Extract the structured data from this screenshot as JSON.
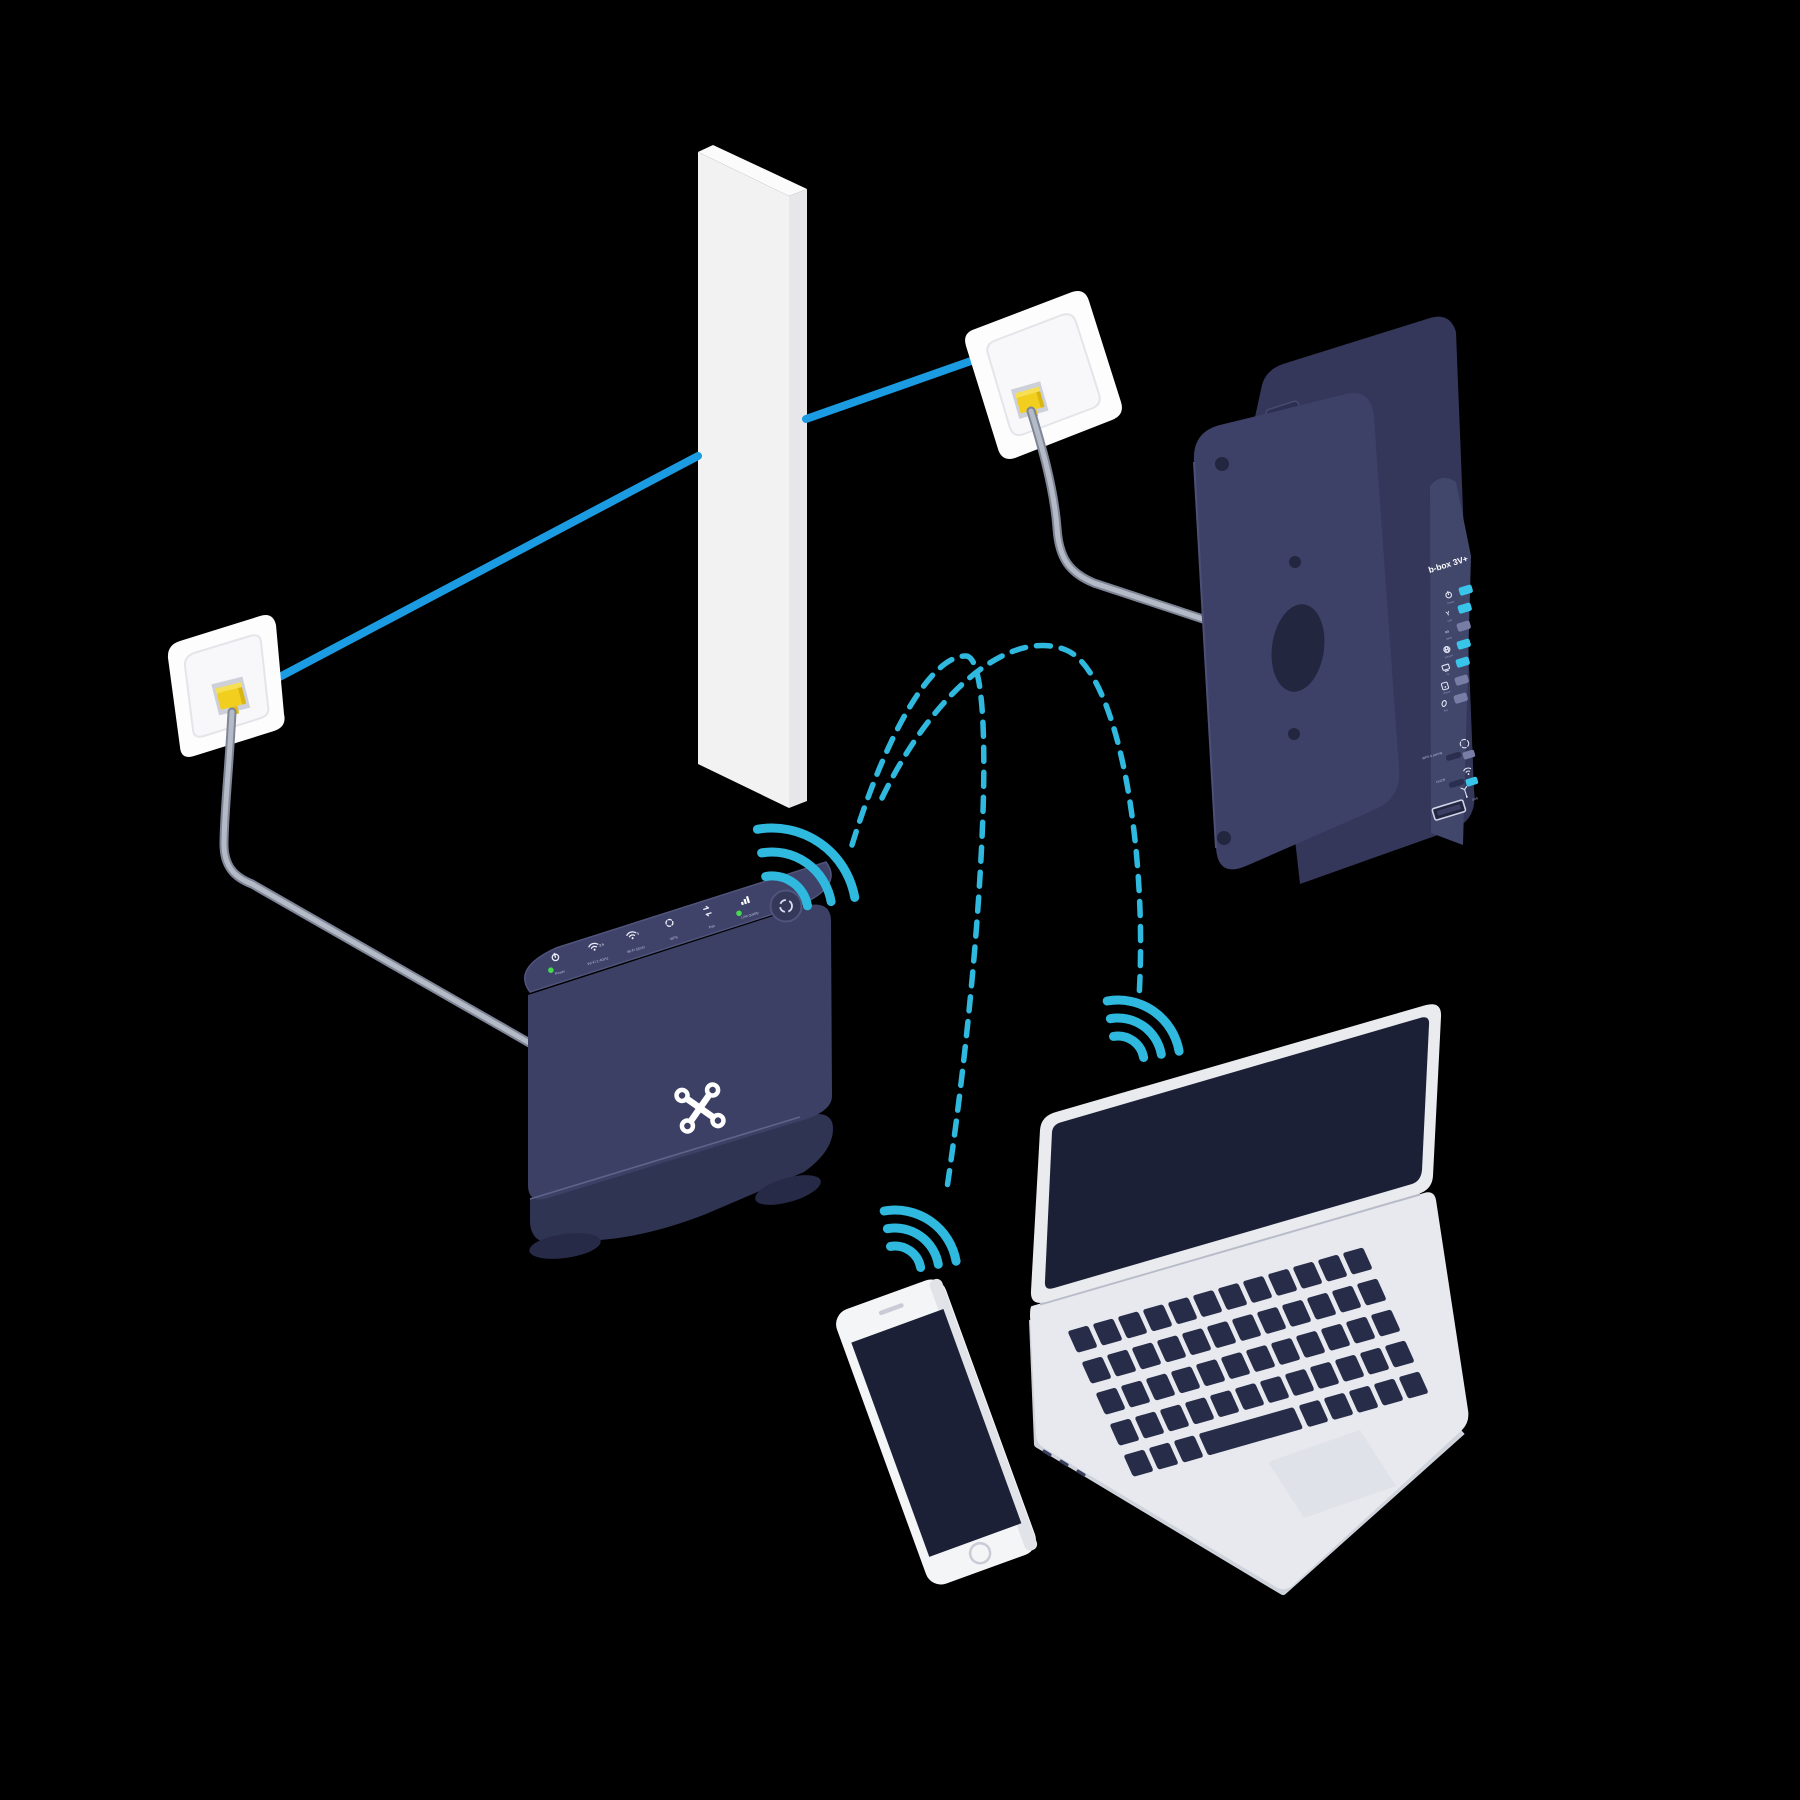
{
  "scene": {
    "description": "Isometric illustration: two DSL wall outlets linked through a wall, a b-box 3V+ modem, a Wi-Fi bridge router, and a laptop and smartphone connected over Wi-Fi",
    "background_color": "#000000"
  },
  "colors": {
    "wall_front": "#f2f2f3",
    "wall_side": "#e7e7ea",
    "wall_top": "#fbfbfc",
    "socket_plate": "#fdfdfe",
    "connector_yellow": "#f2cf1e",
    "cable_gray": "#b5bbc6",
    "cable_blue": "#1b9ce2",
    "wifi_cyan": "#2fb9de",
    "device_navy": "#3b3f63",
    "device_navy_dark": "#34375a",
    "screen_navy": "#1b2036",
    "laptop_silver": "#e9ebef",
    "led_green": "#44d94f",
    "led_cyan": "#39c4ea",
    "led_off": "#787da6",
    "logo_white": "#ffffff"
  },
  "bbox_modem": {
    "model_label": "b-box 3V+",
    "status_leds": [
      {
        "name": "Power",
        "color": "#39c4ea"
      },
      {
        "name": "DSL",
        "color": "#39c4ea"
      },
      {
        "name": "WAN",
        "color": "#787da6"
      },
      {
        "name": "Internet",
        "color": "#39c4ea"
      },
      {
        "name": "TV",
        "color": "#39c4ea"
      },
      {
        "name": "Phone",
        "color": "#787da6"
      },
      {
        "name": "Eco",
        "color": "#787da6"
      }
    ],
    "buttons": [
      {
        "label": "WPS & pairing"
      },
      {
        "label": "On/Off"
      }
    ],
    "usb_label": "USB"
  },
  "wifi_bridge": {
    "indicators": [
      {
        "label": "Power",
        "led_color": "#44d94f"
      },
      {
        "label": "Wi-Fi 2.4GHz"
      },
      {
        "label": "Wi-Fi 5GHz"
      },
      {
        "label": "WPS"
      },
      {
        "label": "Pair"
      },
      {
        "label": "Link quality",
        "led_color": "#44d94f"
      }
    ],
    "wifi_24_tag": "2.4",
    "wifi_5_tag": "5"
  },
  "icons": [
    "proximus-logo-icon",
    "wifi-signal-icon",
    "power-icon",
    "wps-icon",
    "usb-icon",
    "dsl-jack-icon"
  ]
}
